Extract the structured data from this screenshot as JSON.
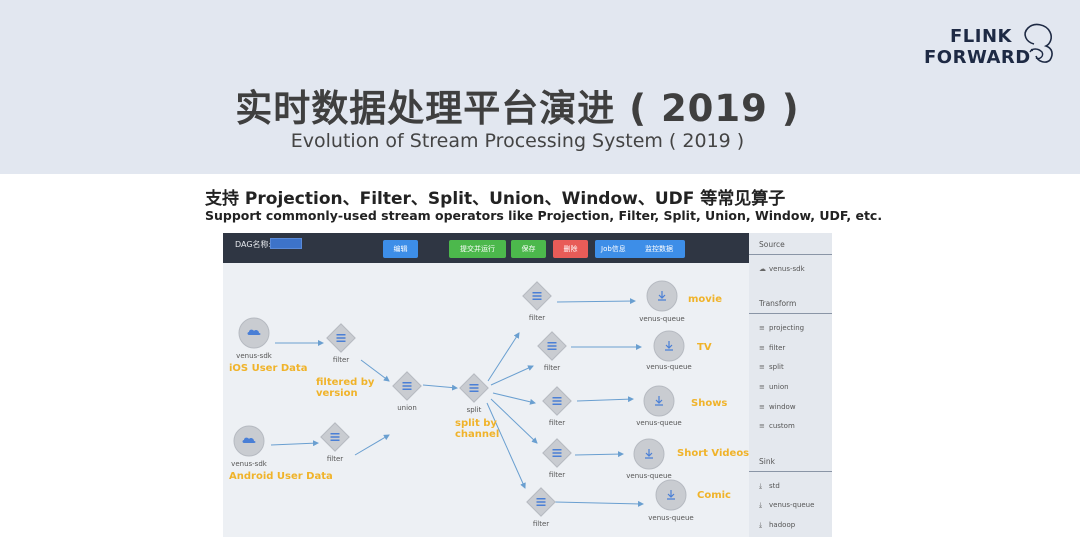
{
  "slide": {
    "title_zh": "实时数据处理平台演进 ( 2019 )",
    "title_en": "Evolution of Stream Processing System ( 2019 )",
    "subtitle_zh": "支持 Projection、Filter、Split、Union、Window、UDF 等常见算子",
    "subtitle_en": "Support commonly-used stream operators like Projection, Filter, Split, Union, Window, UDF, etc.",
    "logo": {
      "line1": "FLINK",
      "line2": "FORWARD",
      "icon": "squirrel-icon"
    }
  },
  "toolbar": {
    "dag_label": "DAG名称:",
    "dag_value": "",
    "edit": "编辑",
    "submit_run": "提交并运行",
    "save": "保存",
    "delete": "删除",
    "job_info": "Job信息",
    "monitor": "监控数据"
  },
  "panel": {
    "source_title": "Source",
    "source_items": [
      {
        "label": "venus-sdk",
        "icon": "cloud-icon"
      }
    ],
    "transform_title": "Transform",
    "transform_items": [
      {
        "label": "projecting",
        "icon": "list-icon"
      },
      {
        "label": "filter",
        "icon": "list-icon"
      },
      {
        "label": "split",
        "icon": "list-icon"
      },
      {
        "label": "union",
        "icon": "list-icon"
      },
      {
        "label": "window",
        "icon": "list-icon"
      },
      {
        "label": "custom",
        "icon": "list-icon"
      }
    ],
    "sink_title": "Sink",
    "sink_items": [
      {
        "label": "std",
        "icon": "download-icon"
      },
      {
        "label": "venus-queue",
        "icon": "download-icon"
      },
      {
        "label": "hadoop",
        "icon": "download-icon"
      }
    ]
  },
  "dag": {
    "nodes": {
      "src1": "venus-sdk",
      "src2": "venus-sdk",
      "filter1": "filter",
      "filter2": "filter",
      "union": "union",
      "split": "split",
      "f_out1": "filter",
      "f_out2": "filter",
      "f_out3": "filter",
      "f_out4": "filter",
      "f_out5": "filter",
      "sink1": "venus-queue",
      "sink2": "venus-queue",
      "sink3": "venus-queue",
      "sink4": "venus-queue",
      "sink5": "venus-queue"
    },
    "annotations": {
      "ios": "iOS User Data",
      "android": "Android User Data",
      "filtered_l1": "filtered by",
      "filtered_l2": "version",
      "split_l1": "split  by",
      "split_l2": "channel",
      "movie": "movie",
      "tv": "TV",
      "shows": "Shows",
      "short_videos": "Short Videos",
      "comic": "Comic"
    },
    "colors": {
      "annotation": "#f0b32a",
      "node_fill": "#c9ccd1",
      "icon_blue": "#4a7fd6",
      "edge": "#6a9fd0"
    }
  }
}
